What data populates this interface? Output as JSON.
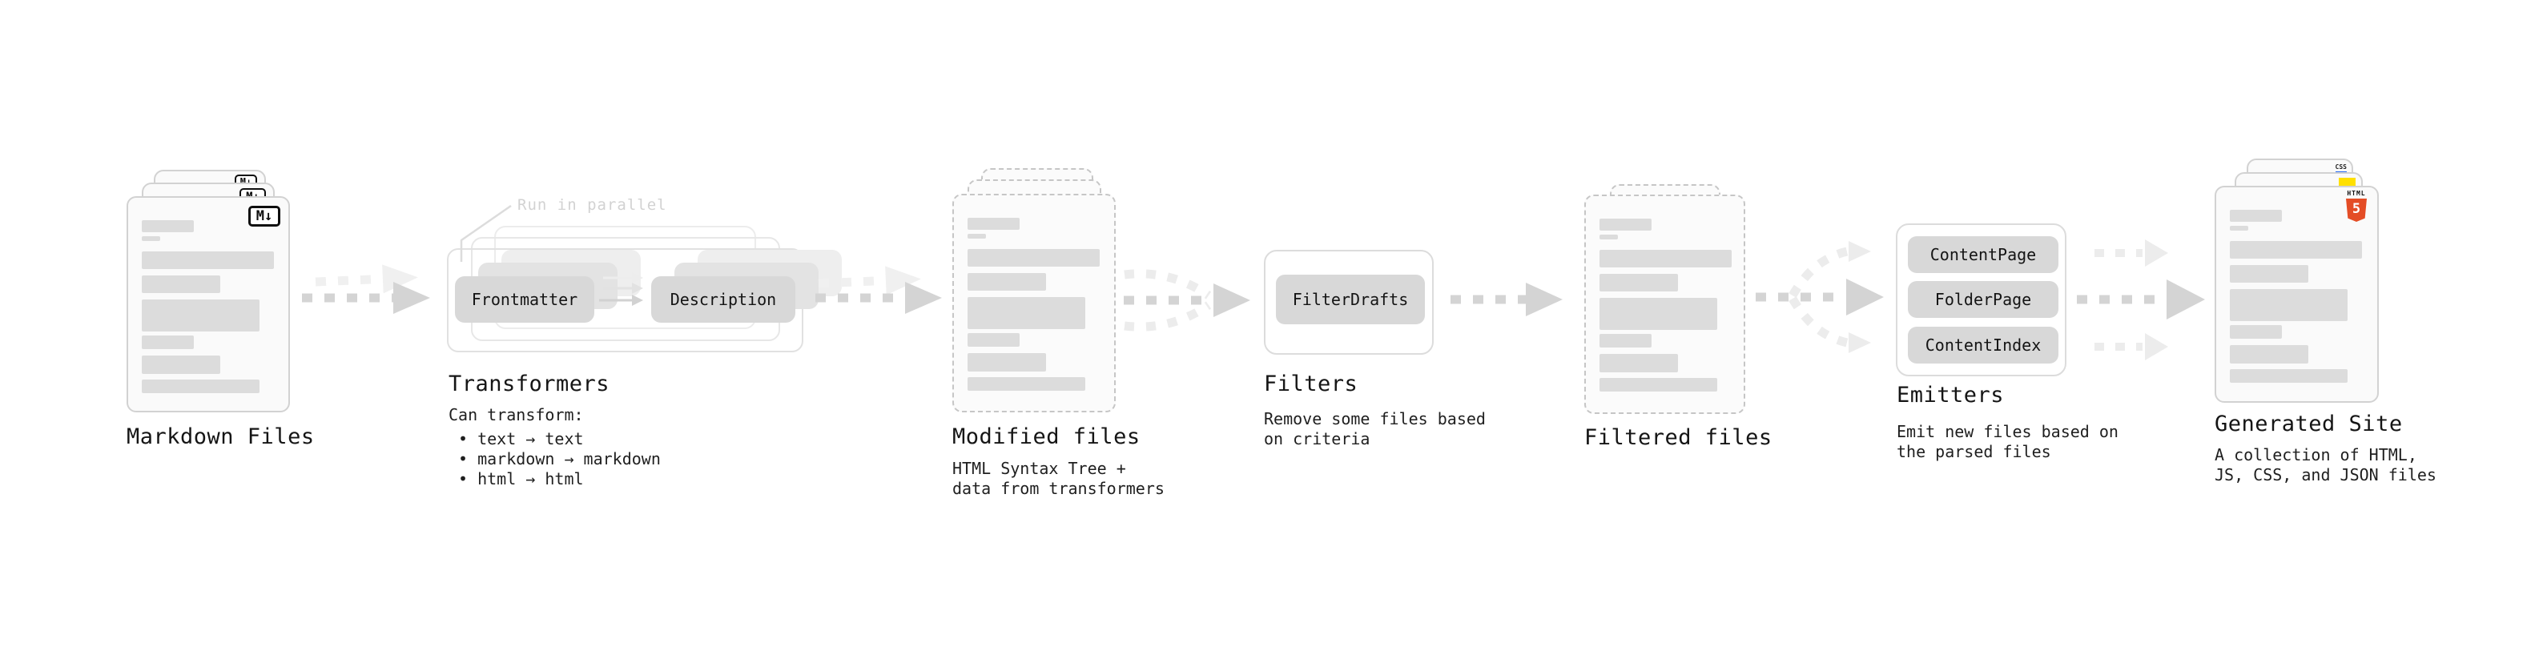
{
  "diagram": {
    "stages": {
      "markdown": {
        "title": "Markdown Files",
        "badge": "M↓"
      },
      "transformers": {
        "note": "Run in parallel",
        "pill_left": "Frontmatter",
        "pill_right": "Description",
        "title": "Transformers",
        "desc_heading": "Can transform:",
        "bullets": [
          "• text → text",
          "• markdown → markdown",
          "• html → html"
        ]
      },
      "modified": {
        "title": "Modified files",
        "desc": "HTML Syntax Tree +\ndata from transformers"
      },
      "filters": {
        "pill": "FilterDrafts",
        "title": "Filters",
        "desc": "Remove some files based\non criteria"
      },
      "filtered": {
        "title": "Filtered files"
      },
      "emitters": {
        "pills": [
          "ContentPage",
          "FolderPage",
          "ContentIndex"
        ],
        "title": "Emitters",
        "desc": "Emit new files based on\nthe parsed files"
      },
      "generated": {
        "title": "Generated Site",
        "desc": "A collection of HTML,\nJS, CSS, and JSON files",
        "css_badge": "CSS",
        "html_badge_label": "HTML",
        "html_badge_number": "5"
      }
    },
    "colors": {
      "arrow_dark": "#d4d4d4",
      "arrow_light": "#ececec",
      "pill_bg": "#d8d8d8",
      "card_bg": "#fafafa",
      "bar": "#dcdcdc",
      "html5_orange": "#e44d26",
      "js_yellow": "#ffe000",
      "css_blue": "#2a6df5"
    }
  }
}
